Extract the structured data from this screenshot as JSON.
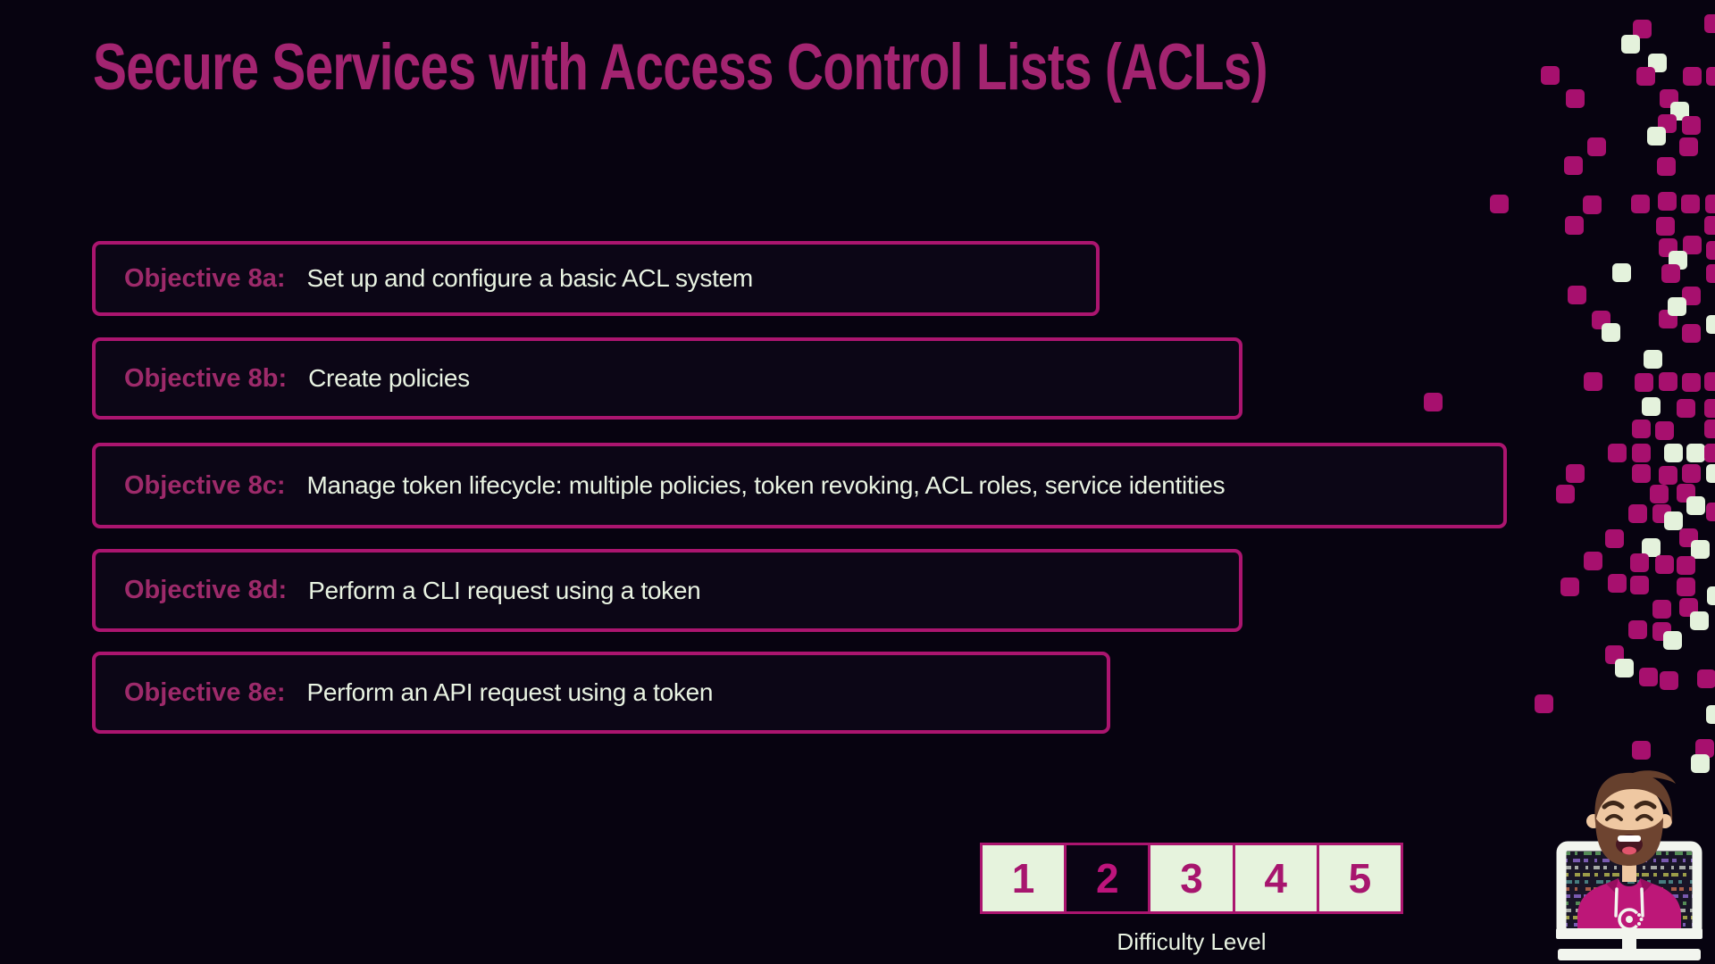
{
  "slide": {
    "title": "Secure Services with Access Control Lists (ACLs)"
  },
  "objectives": [
    {
      "label": "Objective 8a:",
      "text": "Set up and configure a basic ACL system"
    },
    {
      "label": "Objective 8b:",
      "text": "Create policies"
    },
    {
      "label": "Objective 8c:",
      "text": "Manage token lifecycle: multiple policies, token revoking, ACL roles, service identities"
    },
    {
      "label": "Objective 8d:",
      "text": "Perform a CLI request using a token"
    },
    {
      "label": "Objective 8e:",
      "text": "Perform an API request using a token"
    }
  ],
  "difficulty": {
    "label": "Difficulty Level",
    "levels": [
      "1",
      "2",
      "3",
      "4",
      "5"
    ],
    "selected": "2"
  },
  "colors": {
    "background": "#070310",
    "accent_magenta": "#a7156e",
    "title_magenta": "#a32470",
    "text_light": "#e9f3e2",
    "square_light": "#e4f2dc",
    "difficulty_cell_bg": "#e6f3dd",
    "hoodie_pink": "#bd1778"
  },
  "mosaic": {
    "square_size": 21,
    "corner_radius": 5,
    "magenta": "#a7106e",
    "light": "#e4f2dc",
    "squares": [
      [
        1828,
        22,
        "m"
      ],
      [
        1815,
        39,
        "w"
      ],
      [
        1908,
        16,
        "m"
      ],
      [
        1845,
        60,
        "w"
      ],
      [
        1725,
        74,
        "m"
      ],
      [
        1832,
        75,
        "m"
      ],
      [
        1884,
        75,
        "m"
      ],
      [
        1910,
        75,
        "m"
      ],
      [
        1753,
        100,
        "m"
      ],
      [
        1858,
        100,
        "m"
      ],
      [
        1870,
        114,
        "w"
      ],
      [
        1856,
        128,
        "m"
      ],
      [
        1883,
        130,
        "m"
      ],
      [
        1844,
        142,
        "w"
      ],
      [
        1777,
        154,
        "m"
      ],
      [
        1880,
        154,
        "m"
      ],
      [
        1751,
        175,
        "m"
      ],
      [
        1855,
        176,
        "m"
      ],
      [
        1668,
        218,
        "m"
      ],
      [
        1772,
        219,
        "m"
      ],
      [
        1826,
        218,
        "m"
      ],
      [
        1856,
        215,
        "m"
      ],
      [
        1882,
        218,
        "m"
      ],
      [
        1909,
        218,
        "m"
      ],
      [
        1752,
        242,
        "m"
      ],
      [
        1854,
        243,
        "m"
      ],
      [
        1908,
        242,
        "m"
      ],
      [
        1857,
        267,
        "m"
      ],
      [
        1884,
        264,
        "m"
      ],
      [
        1868,
        281,
        "w"
      ],
      [
        1910,
        270,
        "m"
      ],
      [
        1805,
        295,
        "w"
      ],
      [
        1860,
        296,
        "m"
      ],
      [
        1910,
        296,
        "m"
      ],
      [
        1755,
        320,
        "m"
      ],
      [
        1883,
        321,
        "m"
      ],
      [
        1782,
        348,
        "m"
      ],
      [
        1793,
        362,
        "w"
      ],
      [
        1857,
        347,
        "m"
      ],
      [
        1867,
        333,
        "w"
      ],
      [
        1883,
        363,
        "m"
      ],
      [
        1910,
        353,
        "w"
      ],
      [
        1840,
        392,
        "w"
      ],
      [
        1773,
        417,
        "m"
      ],
      [
        1830,
        418,
        "m"
      ],
      [
        1857,
        417,
        "m"
      ],
      [
        1883,
        418,
        "m"
      ],
      [
        1908,
        417,
        "m"
      ],
      [
        1594,
        440,
        "m"
      ],
      [
        1838,
        445,
        "w"
      ],
      [
        1877,
        447,
        "m"
      ],
      [
        1908,
        447,
        "m"
      ],
      [
        1827,
        470,
        "m"
      ],
      [
        1853,
        472,
        "m"
      ],
      [
        1908,
        470,
        "m"
      ],
      [
        1800,
        497,
        "m"
      ],
      [
        1827,
        497,
        "m"
      ],
      [
        1863,
        497,
        "w"
      ],
      [
        1888,
        497,
        "w"
      ],
      [
        1908,
        497,
        "m"
      ],
      [
        1753,
        520,
        "m"
      ],
      [
        1827,
        520,
        "m"
      ],
      [
        1857,
        522,
        "m"
      ],
      [
        1883,
        520,
        "m"
      ],
      [
        1910,
        520,
        "w"
      ],
      [
        1742,
        543,
        "m"
      ],
      [
        1847,
        543,
        "m"
      ],
      [
        1877,
        542,
        "m"
      ],
      [
        1888,
        556,
        "w"
      ],
      [
        1823,
        565,
        "m"
      ],
      [
        1850,
        565,
        "m"
      ],
      [
        1863,
        573,
        "w"
      ],
      [
        1910,
        563,
        "m"
      ],
      [
        1797,
        593,
        "m"
      ],
      [
        1880,
        592,
        "m"
      ],
      [
        1838,
        603,
        "w"
      ],
      [
        1893,
        605,
        "w"
      ],
      [
        1773,
        618,
        "m"
      ],
      [
        1825,
        620,
        "m"
      ],
      [
        1853,
        622,
        "m"
      ],
      [
        1877,
        623,
        "m"
      ],
      [
        1747,
        647,
        "m"
      ],
      [
        1800,
        643,
        "m"
      ],
      [
        1825,
        645,
        "m"
      ],
      [
        1877,
        647,
        "m"
      ],
      [
        1911,
        657,
        "w"
      ],
      [
        1850,
        672,
        "m"
      ],
      [
        1880,
        670,
        "m"
      ],
      [
        1892,
        685,
        "w"
      ],
      [
        1823,
        695,
        "m"
      ],
      [
        1850,
        697,
        "m"
      ],
      [
        1862,
        707,
        "w"
      ],
      [
        1797,
        723,
        "m"
      ],
      [
        1808,
        738,
        "w"
      ],
      [
        1835,
        748,
        "m"
      ],
      [
        1858,
        752,
        "m"
      ],
      [
        1900,
        750,
        "m"
      ],
      [
        1718,
        778,
        "m"
      ],
      [
        1910,
        790,
        "w"
      ],
      [
        1827,
        830,
        "m"
      ],
      [
        1898,
        828,
        "m"
      ],
      [
        1893,
        845,
        "w"
      ]
    ]
  }
}
